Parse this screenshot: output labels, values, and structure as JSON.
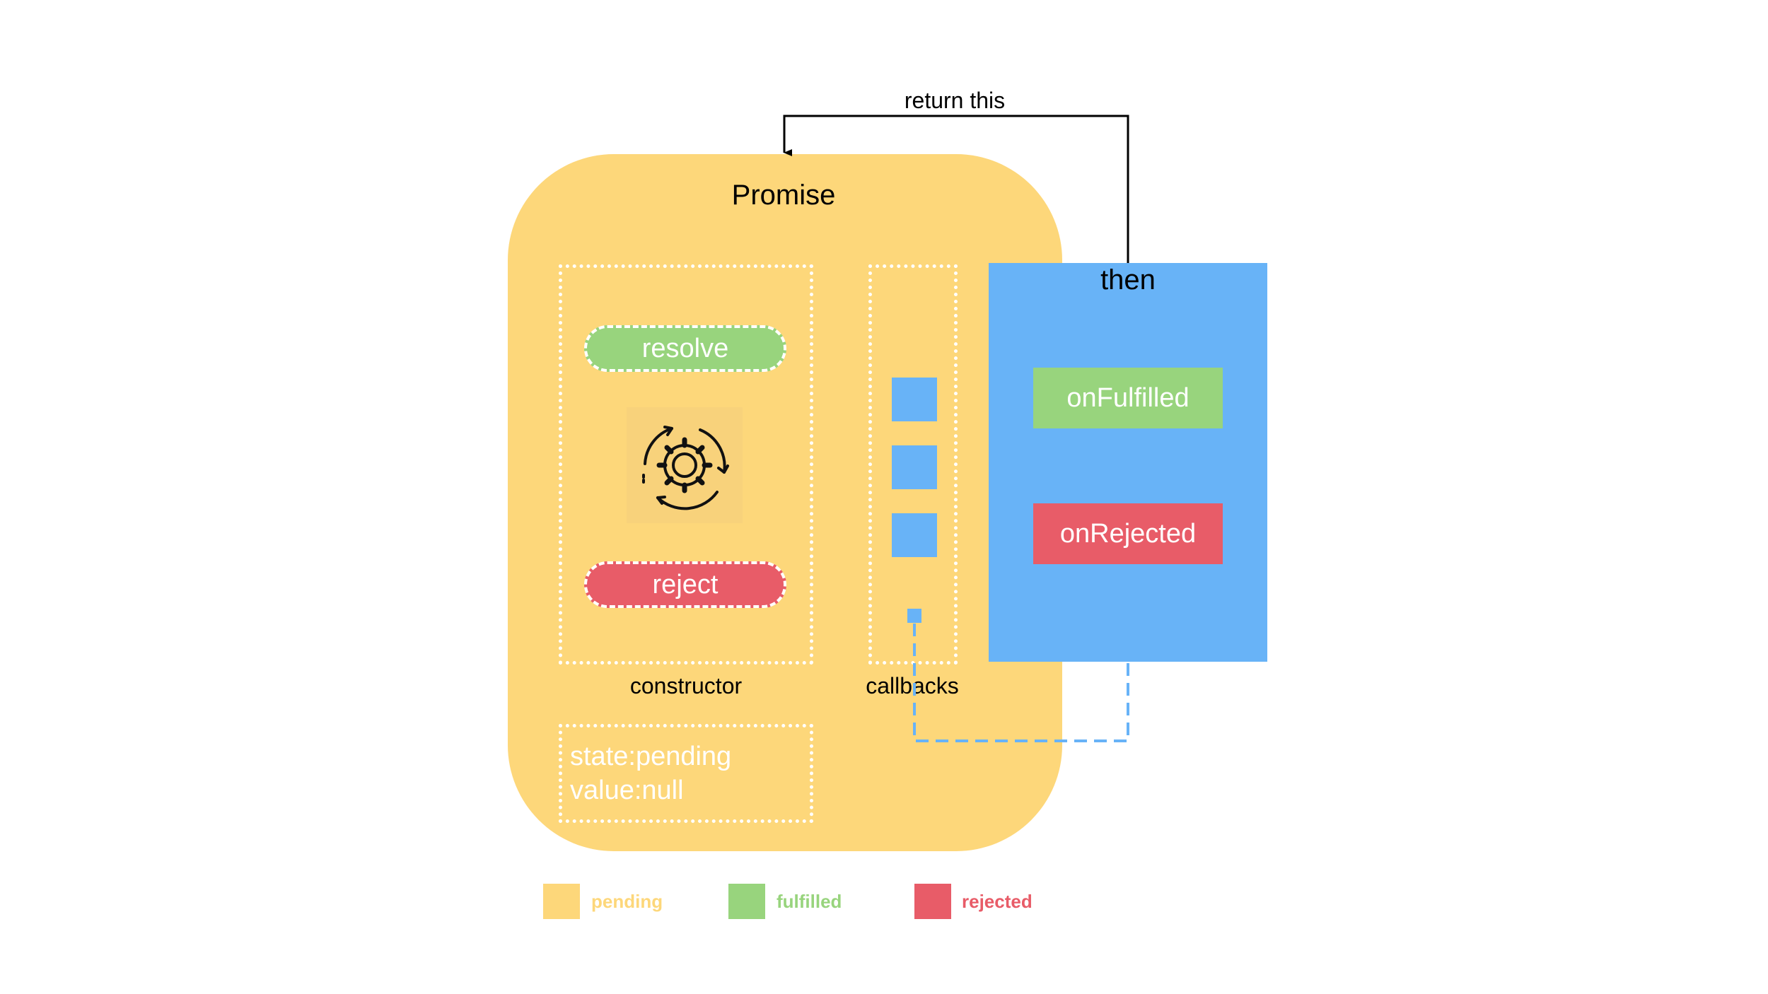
{
  "promise": {
    "title": "Promise",
    "constructor": {
      "label": "constructor",
      "resolve_label": "resolve",
      "reject_label": "reject",
      "center_icon": "gear-cycle-icon"
    },
    "callbacks": {
      "label": "callbacks",
      "slot_count": 3
    },
    "state": {
      "state_line": "state:pending",
      "value_line": "value:null"
    }
  },
  "then": {
    "title": "then",
    "on_fulfilled_label": "onFulfilled",
    "on_rejected_label": "onRejected"
  },
  "return_label": "return this",
  "legend": {
    "pending_label": "pending",
    "fulfilled_label": "fulfilled",
    "rejected_label": "rejected"
  },
  "colors": {
    "pending": "#FDD77A",
    "fulfilled": "#98D47D",
    "rejected": "#E85C68",
    "callback_blue": "#68B3F7"
  }
}
